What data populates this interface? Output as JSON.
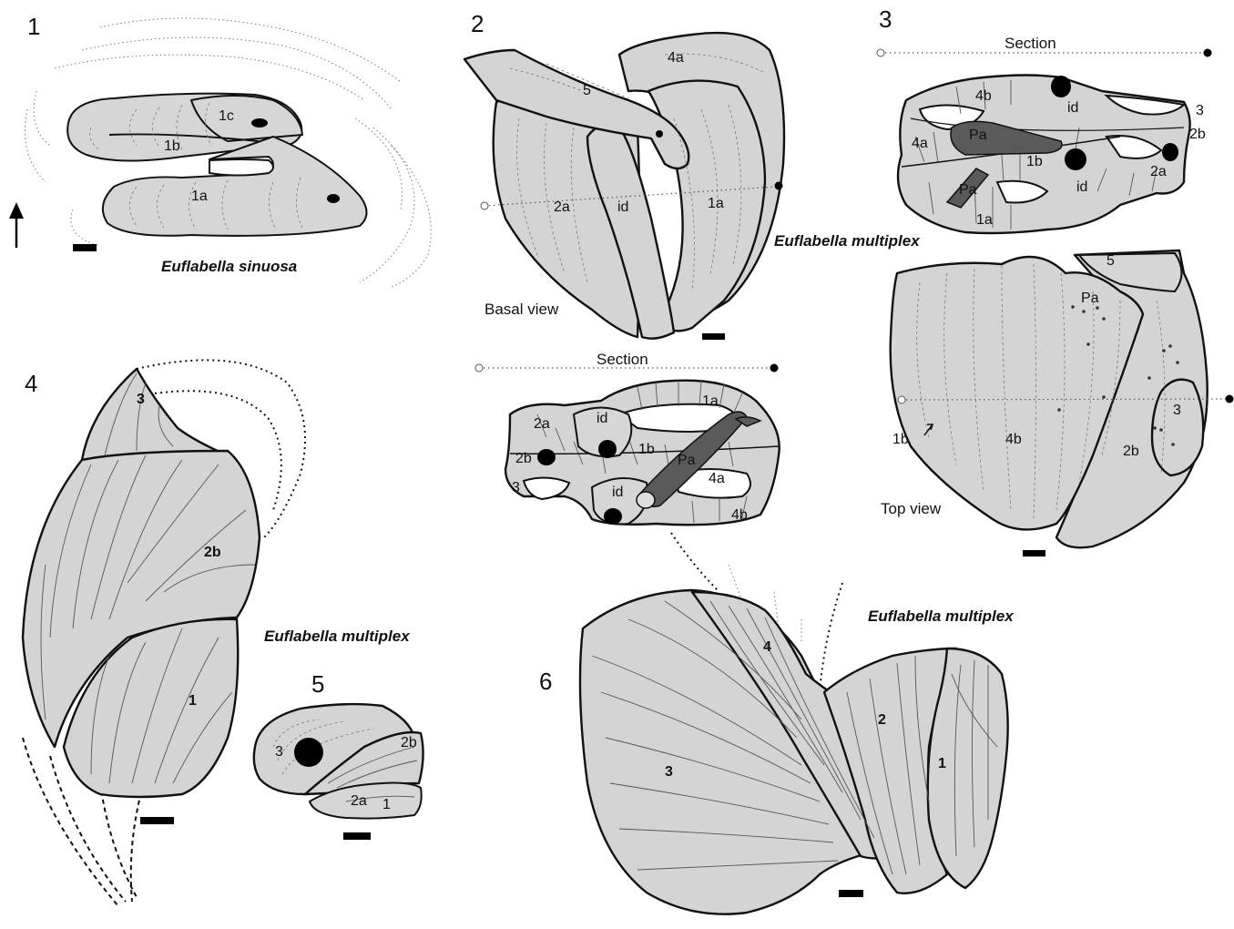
{
  "figure": {
    "panels": [
      {
        "id": "p1",
        "number": "1",
        "species": "Euflabella sinuosa",
        "labels": [
          "1a",
          "1b",
          "1c"
        ]
      },
      {
        "id": "p2",
        "number": "2",
        "species": "Euflabella multiplex",
        "basal_caption": "Basal view",
        "section_caption": "Section",
        "basal_labels": [
          "5",
          "4a",
          "2a",
          "id",
          "1a"
        ],
        "section_labels": [
          "1a",
          "2a",
          "id",
          "2b",
          "1b",
          "Pa",
          "3",
          "id",
          "4a",
          "4b"
        ]
      },
      {
        "id": "p3",
        "number": "3",
        "section_caption": "Section",
        "top_caption": "Top view",
        "section_labels": [
          "4b",
          "id",
          "3",
          "2b",
          "4a",
          "Pa",
          "1b",
          "2a",
          "Pa",
          "id",
          "1a"
        ],
        "top_labels": [
          "5",
          "Pa",
          "3",
          "1b",
          "4b",
          "2b"
        ]
      },
      {
        "id": "p4",
        "number": "4",
        "species": "Euflabella multiplex",
        "labels": [
          "3",
          "2b",
          "1"
        ]
      },
      {
        "id": "p5",
        "number": "5",
        "labels": [
          "3",
          "2b",
          "2a",
          "1"
        ]
      },
      {
        "id": "p6",
        "number": "6",
        "species": "Euflabella multiplex",
        "labels": [
          "4",
          "3",
          "2",
          "1"
        ]
      }
    ]
  },
  "colors": {
    "shell_fill": "#d4d4d4",
    "outline": "#111111",
    "pa_fill": "#5a5a5a",
    "background": "#ffffff"
  }
}
